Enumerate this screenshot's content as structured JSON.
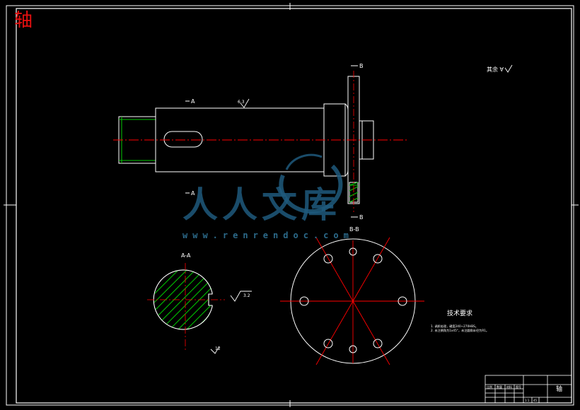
{
  "title": "轴",
  "surface_roughness_note": "其余 ∀",
  "section_labels": {
    "cut_a_top": "A",
    "cut_a_bottom": "A",
    "cut_b_top": "B",
    "cut_b_bottom": "B",
    "section_aa": "A-A",
    "section_bb": "B-B"
  },
  "roughness_marks": {
    "shaft_surface": "6.3",
    "keyway": "3.2",
    "section_note": "12"
  },
  "tech_requirements": {
    "heading": "技术要求",
    "items": [
      "1. 调质处理，硬度240~270HBS。",
      "2. 未注倒角为1x45°，未注圆角半径为R1。"
    ]
  },
  "title_block": {
    "part_name": "轴",
    "cells": [
      "比例",
      "数量",
      "材料",
      "图号"
    ],
    "scale": "1:1",
    "material": "45"
  },
  "watermark": {
    "text": "人人文库",
    "url": "www.renrendoc.com"
  },
  "colors": {
    "background": "#000000",
    "outline": "#ffffff",
    "centerline": "#ff0000",
    "hatch": "#00c800",
    "title": "#e81010",
    "watermark": "#1f5a7d"
  }
}
